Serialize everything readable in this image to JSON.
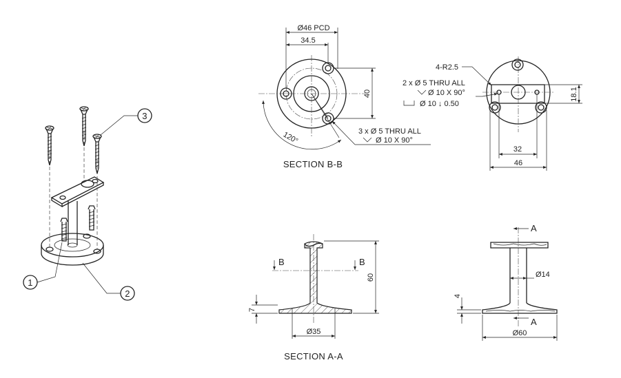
{
  "balloons": [
    "1",
    "2",
    "3"
  ],
  "section_bb": {
    "title": "SECTION B-B",
    "pcd": "Ø46 PCD",
    "d34": "34.5",
    "d40": "40",
    "angle": "120°",
    "note1": "3 x Ø 5 THRU ALL",
    "note2": "Ø 10 X 90°"
  },
  "top_view": {
    "radius": "4-R2.5",
    "note1": "2 x Ø 5 THRU ALL",
    "note2": "Ø 10 X 90°",
    "note3": "Ø 10 ↓ 0.50",
    "d18": "18.1",
    "d32": "32",
    "d46": "46"
  },
  "section_aa": {
    "title": "SECTION A-A",
    "b_left": "B",
    "b_right": "B",
    "d60": "60",
    "d7": "7",
    "d35": "Ø35"
  },
  "front_view": {
    "a_top": "A",
    "a_bottom": "A",
    "d14": "Ø14",
    "d4": "4",
    "d60": "Ø60"
  }
}
